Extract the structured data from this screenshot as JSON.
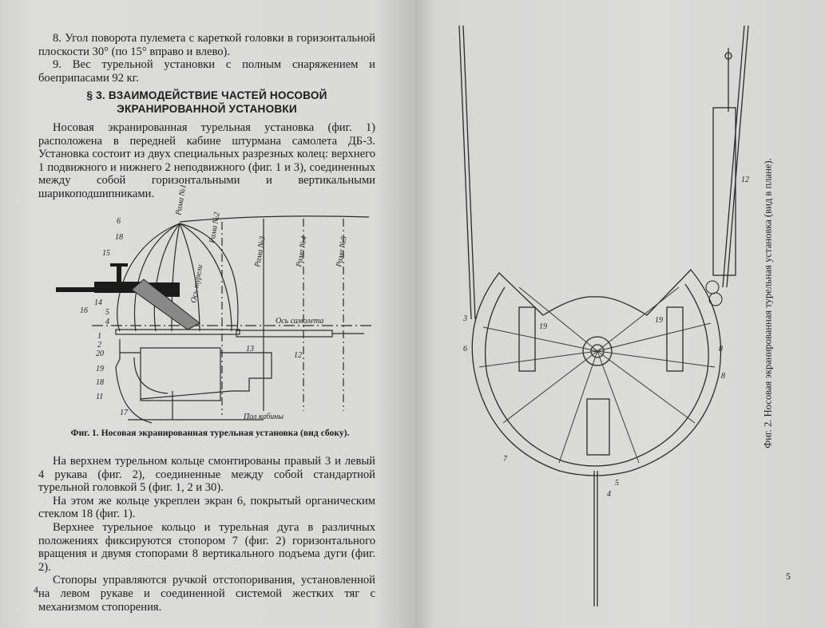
{
  "left_page": {
    "items": [
      "8. Угол поворота пулемета с кареткой головки в горизонтальной плоскости 30° (по 15° вправо и влево).",
      "9. Вес турельной установки с полным снаряжением и боеприпасами 92 кг."
    ],
    "section_heading": "§ 3. ВЗАИМОДЕЙСТВИЕ ЧАСТЕЙ НОСОВОЙ ЭКРАНИРОВАННОЙ УСТАНОВКИ",
    "intro_paragraph": "Носовая экранированная турельная установка (фиг. 1) расположена в передней кабине штурмана самолета ДБ-3. Установка состоит из двух специальных разрезных колец: верхнего 1 подвижного и нижнего 2 неподвижного (фиг. 1 и 3), соединенных между собой горизонтальными и вертикальными шарикоподшипниками.",
    "figure1": {
      "caption": "Фиг. 1. Носовая экранированная турельная установка (вид сбоку).",
      "frame_labels": [
        "Рама №1",
        "Рама №2",
        "Рама №3",
        "Рама №4",
        "Рама №5"
      ],
      "turret_axis": "Ось турели",
      "aircraft_axis": "Ось самолета",
      "floor_label": "Пол кабины",
      "part_numbers": [
        "6",
        "18",
        "15",
        "14",
        "16",
        "5",
        "4",
        "1",
        "2",
        "20",
        "19",
        "18",
        "11",
        "17",
        "13",
        "12"
      ]
    },
    "paragraphs": [
      "На верхнем турельном кольце смонтированы правый 3 и левый 4 рукава (фиг. 2), соединенные между собой стандартной турельной головкой 5 (фиг. 1, 2 и 30).",
      "На этом же кольце укреплен экран 6, покрытый органическим стеклом 18 (фиг. 1).",
      "Верхнее турельное кольцо и турельная дуга в различных положениях фиксируются стопором 7 (фиг. 2) горизонтального вращения и двумя стопорами 8 вертикального подъема дуги (фиг. 2).",
      "Стопоры управляются ручкой отстопоривания, установленной на левом рукаве и соединенной системой жестких тяг с механизмом стопорения."
    ],
    "page_number": "4"
  },
  "right_page": {
    "figure2": {
      "caption": "Фиг. 2. Носовая экранированная турельная установка (вид в плане).",
      "part_numbers": [
        "3",
        "6",
        "19",
        "19",
        "8",
        "8",
        "12",
        "7",
        "5",
        "4"
      ]
    },
    "page_number": "5"
  }
}
